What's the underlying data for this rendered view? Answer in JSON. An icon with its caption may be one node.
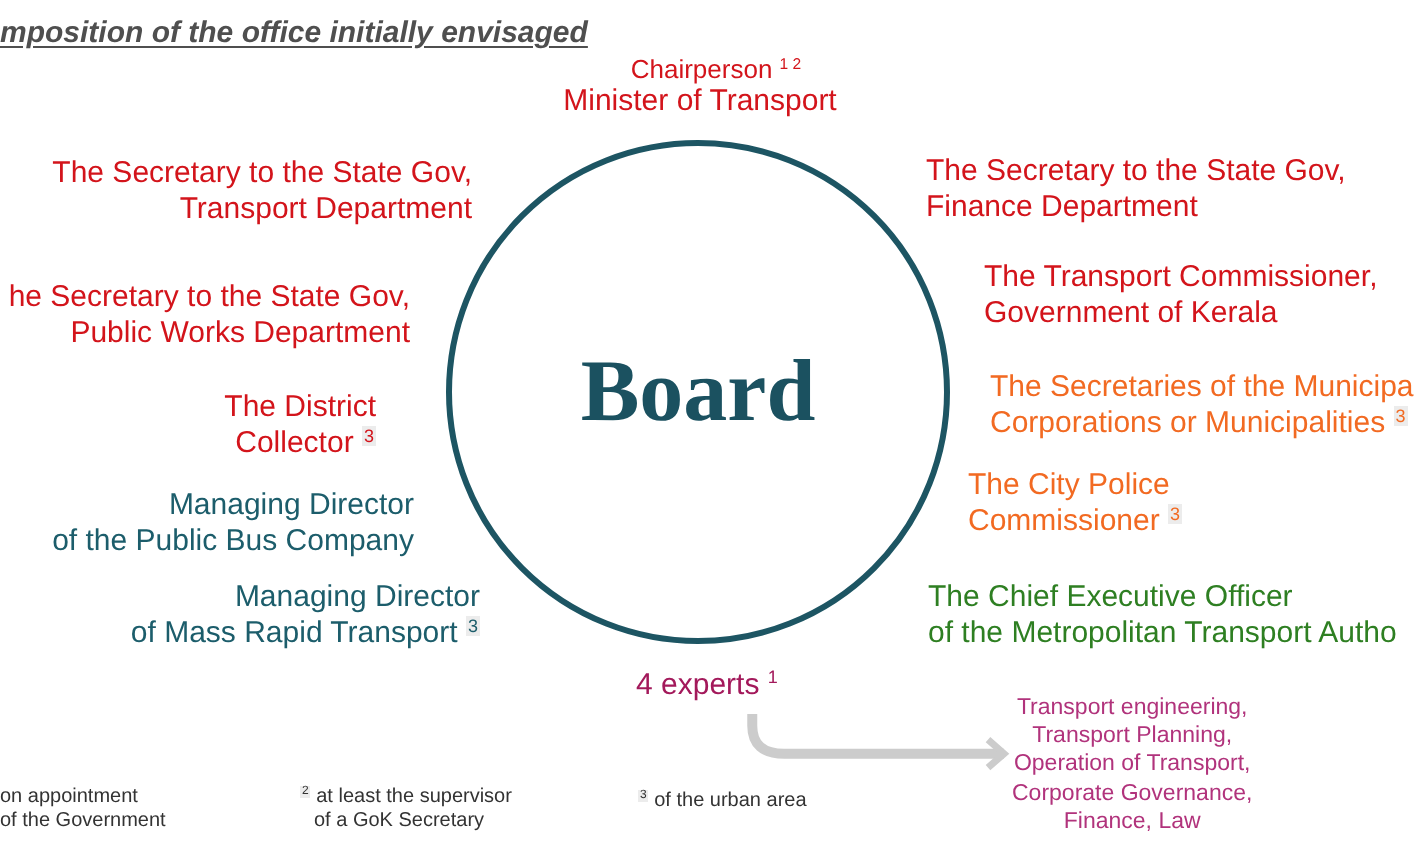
{
  "diagram": {
    "title": "mposition of the office initially envisaged",
    "nodes": [
      {
        "text": [
          "Board"
        ]
      },
      {
        "text": [
          "4 experts $^{1}$"
        ]
      },
      {
        "text": [
          "Transport engineering, Transport Planning, Operation of Transport, Corporate Governance, Finance, Law"
        ]
      }
    ],
    "edges": [
      {
        "from": 1,
        "to": 2,
        "arrow": "to",
        "color": "#cccccc"
      }
    ],
    "labels": [
      "Chairperson $^{1 2}$",
      "Minister of Transport",
      "The Secretary to the State Gov, Transport Department",
      "The Secretary to the State Gov, Finance Department",
      "he Secretary to the State Gov, Public Works Department",
      "The Transport Commissioner, Government of Kerala",
      "The District Collector $^{3}$",
      "The Secretaries of the Municipa Corporations or Municipalities $^{3}$",
      "Managing Director of the Public Bus Company",
      "The City Police Commissioner $^{3}$",
      "Managing Director of Mass Rapid Transport $^{3}$",
      "The Chief Executive Officer of the Metropolitan Transport Autho",
      "on appointment of the Government",
      "$^{2}$ at least the supervisor of a GoK Secretary",
      "$^{3}$ of the urban area"
    ]
  }
}
